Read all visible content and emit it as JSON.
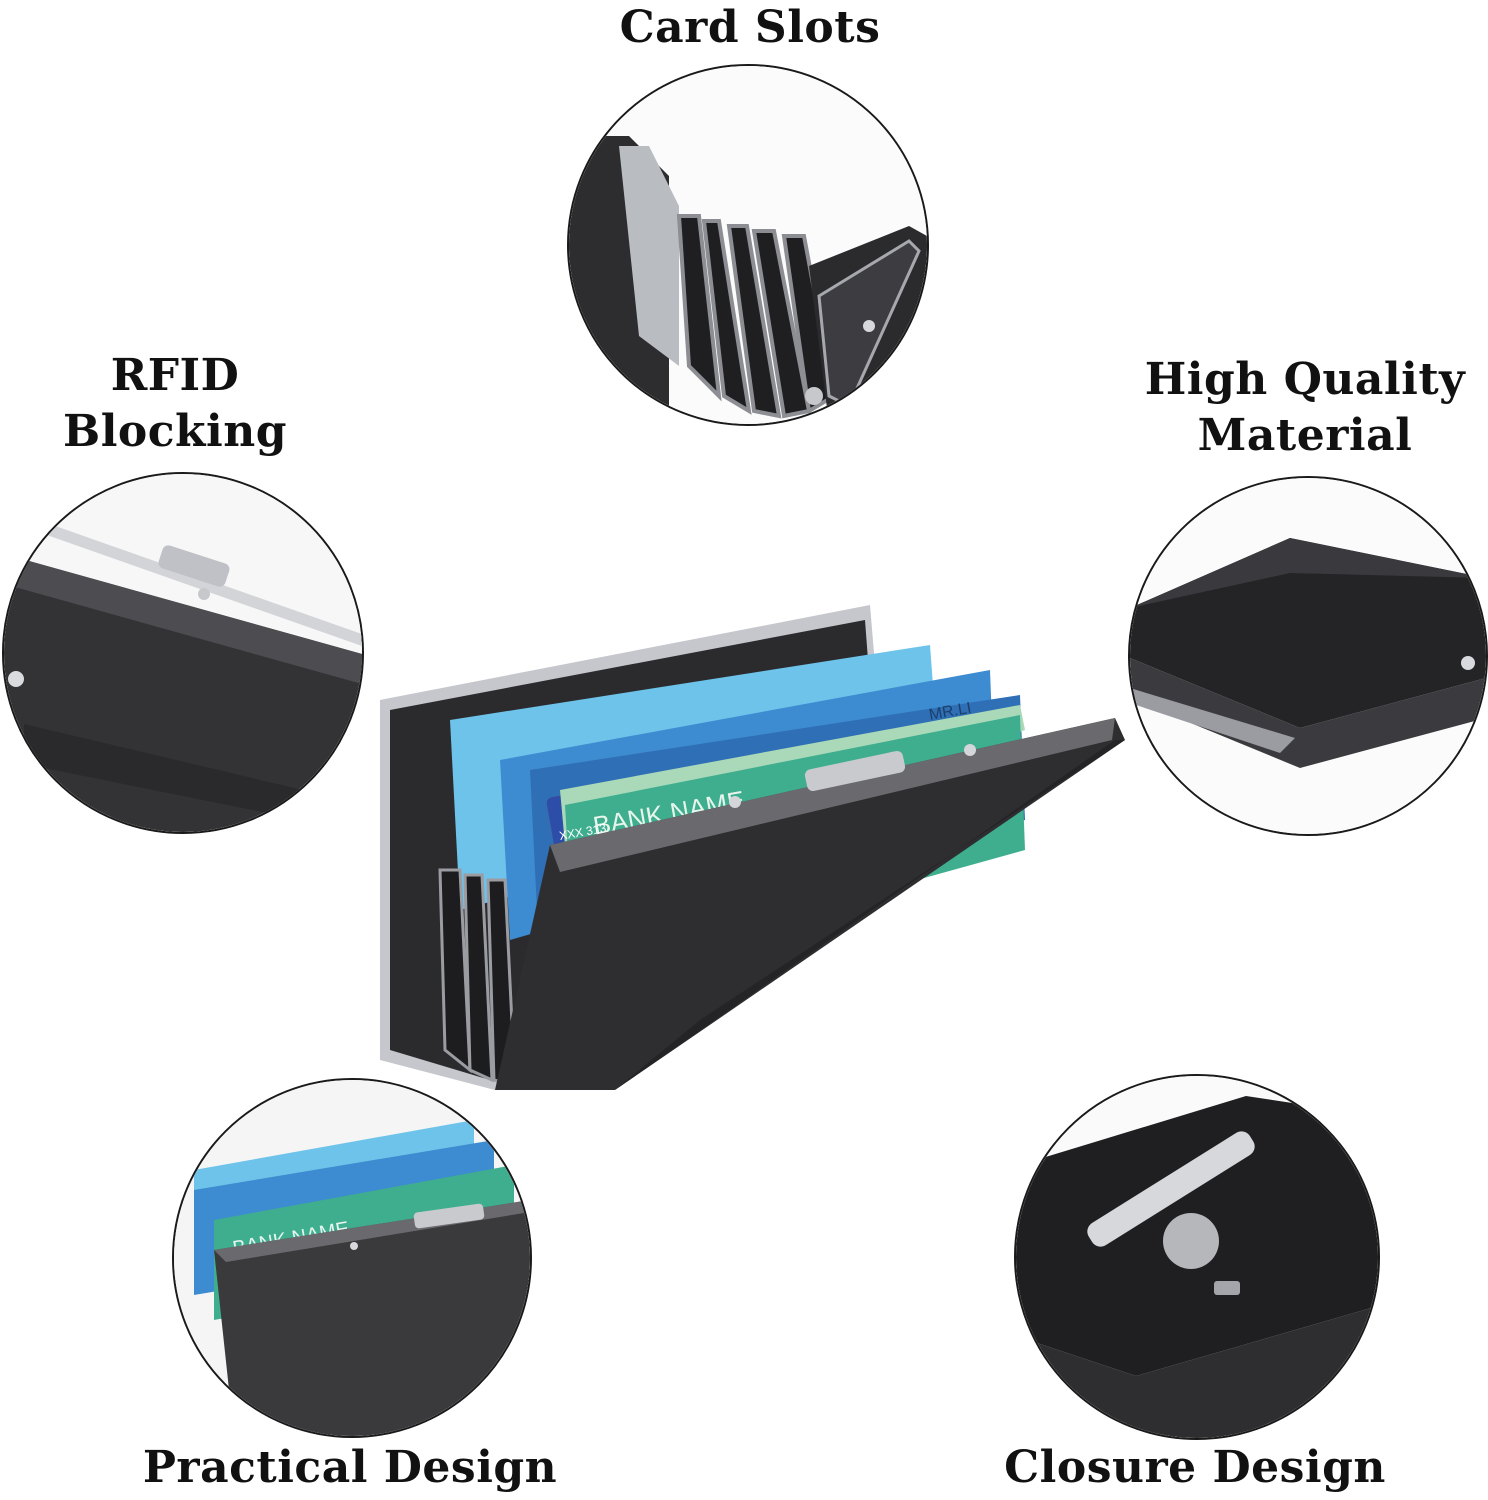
{
  "features": {
    "card_slots": "Card Slots",
    "rfid_line1": "RFID",
    "rfid_line2": "Blocking",
    "quality_line1": "High Quality",
    "quality_line2": "Material",
    "practical": "Practical Design",
    "closure": "Closure Design"
  },
  "card_text": {
    "bank_name": "BANK NAME",
    "holder": "MR.LI",
    "number": "XXX 313"
  },
  "colors": {
    "metal_dark": "#2b2b2d",
    "metal_mid": "#4a4a4d",
    "steel": "#c9cbcf",
    "card_blue": "#3d8bd0",
    "card_light_blue": "#6ec3ea",
    "card_green": "#3fae8e",
    "card_pale_green": "#a9d9b8"
  }
}
